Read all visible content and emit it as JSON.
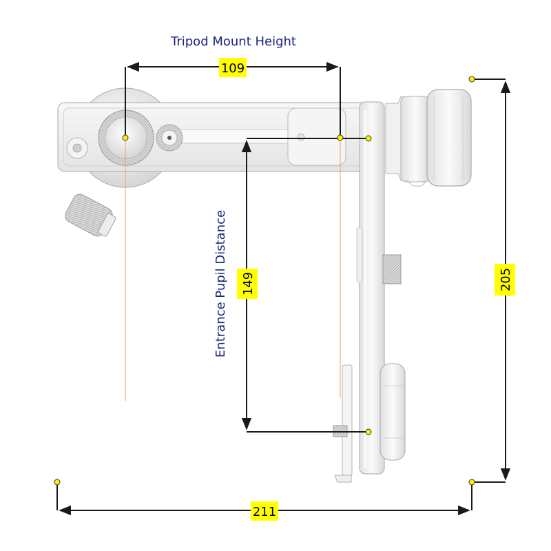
{
  "captions": {
    "tripod_mount_height": "Tripod Mount Height",
    "entrance_pupil_distance": "Entrance Pupil Distance"
  },
  "dimensions": {
    "top_width": "109",
    "vertical_inner": "149",
    "vertical_overall": "205",
    "bottom_width": "211"
  },
  "colors": {
    "label_background": "#ffff00",
    "caption_text": "#1a237e",
    "dimension_line": "#1a1a1a",
    "marker_dot": "#ffee00",
    "axis_line": "#f0a060",
    "part_body": "#f2f2f2",
    "part_outline": "#b5b5b5"
  },
  "icons": {
    "marker": "point-dot",
    "arrow": "arrowhead"
  }
}
